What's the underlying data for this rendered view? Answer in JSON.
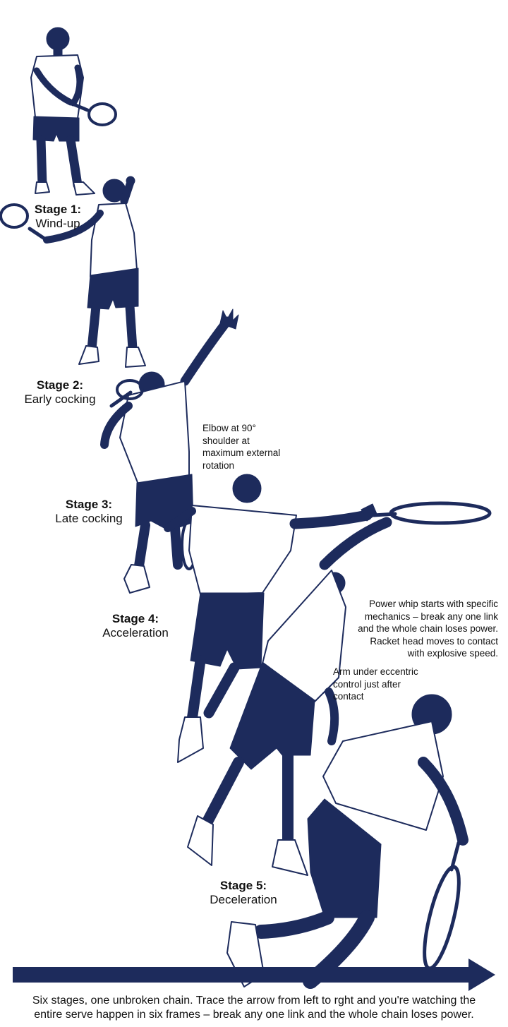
{
  "colors": {
    "navy": "#1d2b5c",
    "skin": "#1d2b5c",
    "shirt": "#ffffff",
    "text": "#111111"
  },
  "stages": [
    {
      "title": "Stage 1:",
      "subtitle": "Wind-up"
    },
    {
      "title": "Stage 2:",
      "subtitle": "Early cocking"
    },
    {
      "title": "Stage 3:",
      "subtitle": "Late cocking"
    },
    {
      "title": "Stage 4:",
      "subtitle": "Acceleration"
    },
    {
      "title": "Stage 5:",
      "subtitle": "Deceleration"
    }
  ],
  "notes": {
    "late_cocking": [
      "Elbow at 90°",
      "shoulder at",
      "maximum external",
      "rotation"
    ],
    "power_whip": [
      "Power whip starts with specific",
      "mechanics – break any one link",
      "and the whole chain loses power.",
      "Racket head moves to contact",
      "with explosive speed."
    ],
    "eccentric": [
      "Arm under eccentric",
      "control just after",
      "contact"
    ]
  },
  "caption": [
    "Six stages, one unbroken chain. Trace the arrow from left to rght and you're watching the",
    "entire serve happen in six frames – break any one link and the whole chain loses power."
  ]
}
